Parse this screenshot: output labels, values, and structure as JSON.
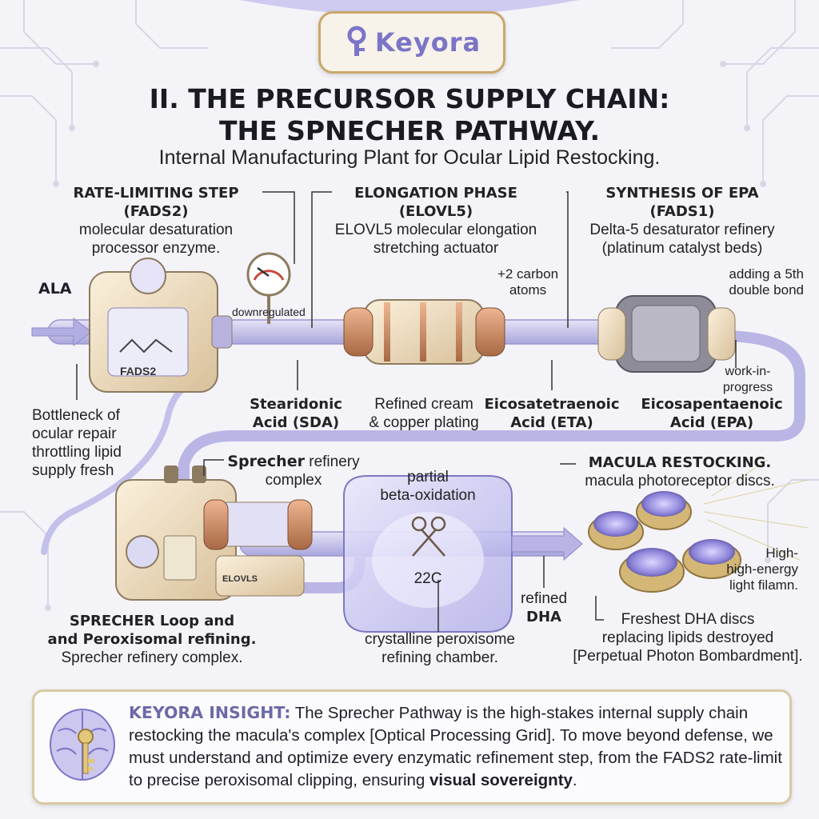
{
  "logo": {
    "text": "Keyora"
  },
  "title": {
    "line1": "II. THE PRECURSOR SUPPLY CHAIN:",
    "line2": "THE SPNECHER PATHWAY.",
    "subtitle": "Internal Manufacturing Plant for Ocular Lipid Restocking."
  },
  "fads2": {
    "heading1": "RATE-LIMITING STEP",
    "heading2": "(FADS2)",
    "desc1": "molecular desaturation",
    "desc2": "processor enzyme.",
    "device_label": "FADS2",
    "gauge_label": "downregulated"
  },
  "elovl5": {
    "heading1": "ELONGATION PHASE",
    "heading2": "(ELOVL5)",
    "desc1": "ELOVL5 molecular elongation",
    "desc2": "stretching actuator",
    "plating1": "Refined cream",
    "plating2": "& copper plating",
    "carbon1": "+2 carbon",
    "carbon2": "atoms"
  },
  "fads1": {
    "heading1": "SYNTHESIS OF EPA",
    "heading2": "(FADS1)",
    "desc1": "Delta-5 desaturator refinery",
    "desc2": "(platinum catalyst beds)",
    "bond1": "adding a 5th",
    "bond2": "double bond",
    "wip1": "work-in-",
    "wip2": "progress"
  },
  "molecules": {
    "ala": "ALA",
    "sda1": "Stearidonic",
    "sda2": "Acid (SDA)",
    "eta1": "Eicosatetraenoic",
    "eta2": "Acid (ETA)",
    "epa1": "Eicosapentaenoic",
    "epa2": "Acid (EPA)",
    "dha1": "refined",
    "dha2": "DHA"
  },
  "bottleneck": {
    "line1": "Bottleneck of",
    "line2": "ocular repair",
    "line3": "throttling lipid",
    "line4": "supply fresh"
  },
  "sprecher": {
    "bold": "Sprecher",
    "rest": " refinery",
    "line2": "complex",
    "loop1": "SPRECHER Loop and",
    "loop2": "and Peroxisomal refining.",
    "loop3": "Sprecher refinery complex.",
    "machine_label": "ELOVLS"
  },
  "peroxisome": {
    "partial1": "partial",
    "partial2": "beta-oxidation",
    "value": "22C",
    "chamber1": "crystalline peroxisome",
    "chamber2": "refining chamber."
  },
  "macula": {
    "heading": "MACULA RESTOCKING.",
    "desc": "macula photoreceptor discs.",
    "light1": "High-",
    "light2": "high-energy",
    "light3": "light filamn.",
    "discs1": "Freshest DHA discs",
    "discs2": "replacing lipids destroyed",
    "discs3": "[Perpetual Photon Bombardment]."
  },
  "insight": {
    "label": "KEYORA INSIGHT:",
    "text": " The Sprecher Pathway is the high-stakes internal supply chain restocking the macula's complex [Optical Processing Grid]. To move beyond defense, we must understand and optimize every enzymatic refinement step, from the FADS2 rate-limit to precise peroxisomal clipping, ensuring ",
    "bold_end": "visual sovereignty",
    "end": "."
  },
  "colors": {
    "accent": "#7b75c7",
    "gold": "#c9a86a",
    "copper": "#c98a5c",
    "pipe": "#b9b6e6"
  },
  "icons": [
    "key-icon",
    "pressure-gauge-icon",
    "scissors-icon",
    "brain-icon",
    "arrow-icon"
  ]
}
